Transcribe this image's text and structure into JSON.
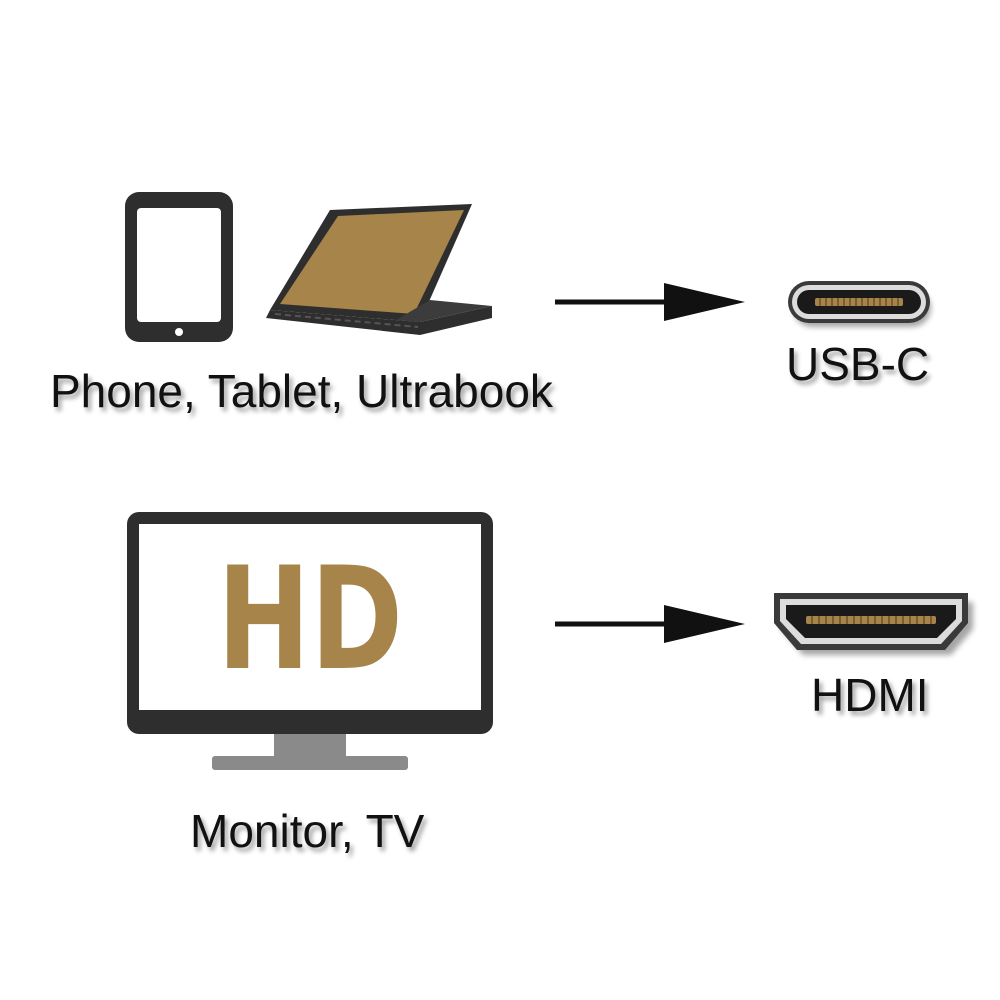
{
  "rows": [
    {
      "source_label": "Phone, Tablet, Ultrabook",
      "target_label": "USB-C",
      "source_icons": [
        "tablet-icon",
        "laptop-icon"
      ],
      "target_icon": "usb-c-port-icon"
    },
    {
      "source_label": "Monitor, TV",
      "target_label": "HDMI",
      "source_icons": [
        "monitor-icon"
      ],
      "target_icon": "hdmi-port-icon",
      "screen_text": "HD"
    }
  ],
  "colors": {
    "accent": "#a6844a",
    "device_body": "#2e2e2e",
    "text": "#111111",
    "stand": "#8a8a8a"
  }
}
